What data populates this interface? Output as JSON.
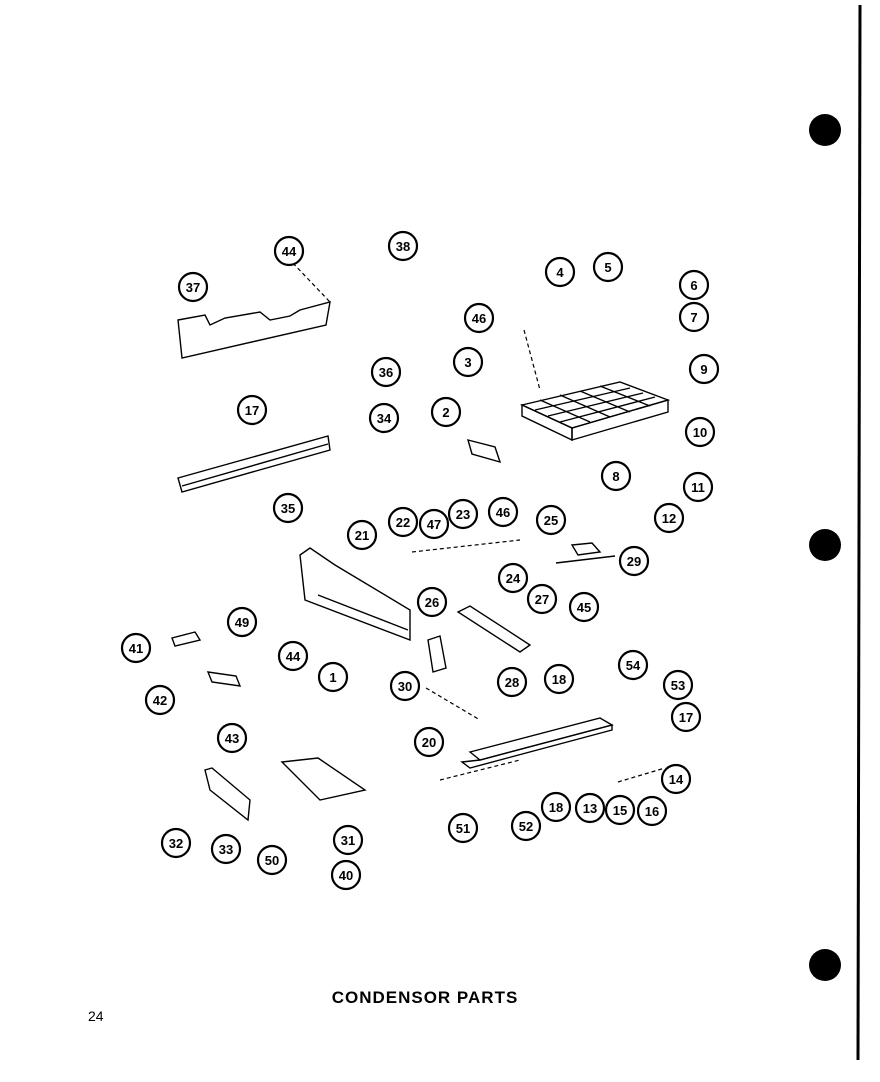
{
  "title": "CONDENSOR PARTS",
  "page_number": "24",
  "callouts": [
    "37",
    "44",
    "38",
    "4",
    "5",
    "6",
    "7",
    "46",
    "3",
    "9",
    "36",
    "17",
    "34",
    "2",
    "10",
    "8",
    "11",
    "12",
    "35",
    "21",
    "22",
    "47",
    "23",
    "46",
    "25",
    "29",
    "24",
    "26",
    "27",
    "45",
    "49",
    "41",
    "44",
    "1",
    "28",
    "30",
    "42",
    "54",
    "18",
    "53",
    "17",
    "43",
    "20",
    "14",
    "32",
    "33",
    "50",
    "31",
    "40",
    "51",
    "52",
    "18",
    "13",
    "15",
    "16"
  ]
}
